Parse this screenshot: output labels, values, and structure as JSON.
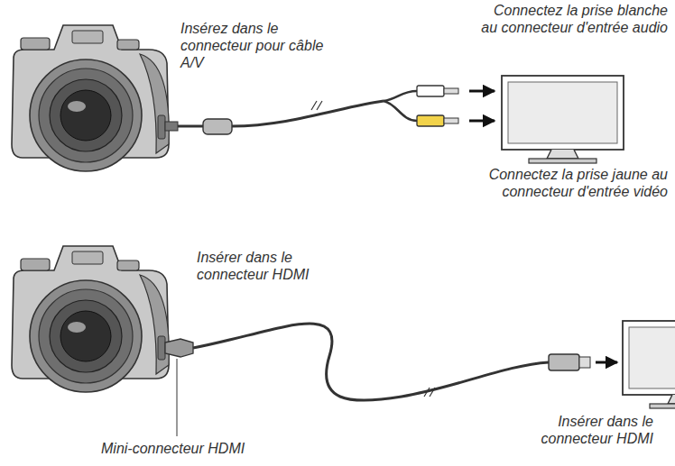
{
  "diagram": {
    "labels": [
      "Insérez dans le connecteur pour câble A/V",
      "Connectez la prise blanche au connecteur d'entrée audio",
      "Connectez la prise jaune au connecteur d'entrée vidéo",
      "Insérer dans le connecteur HDMI",
      "Mini-connecteur HDMI",
      "Insérer dans le connecteur HDMI"
    ]
  }
}
